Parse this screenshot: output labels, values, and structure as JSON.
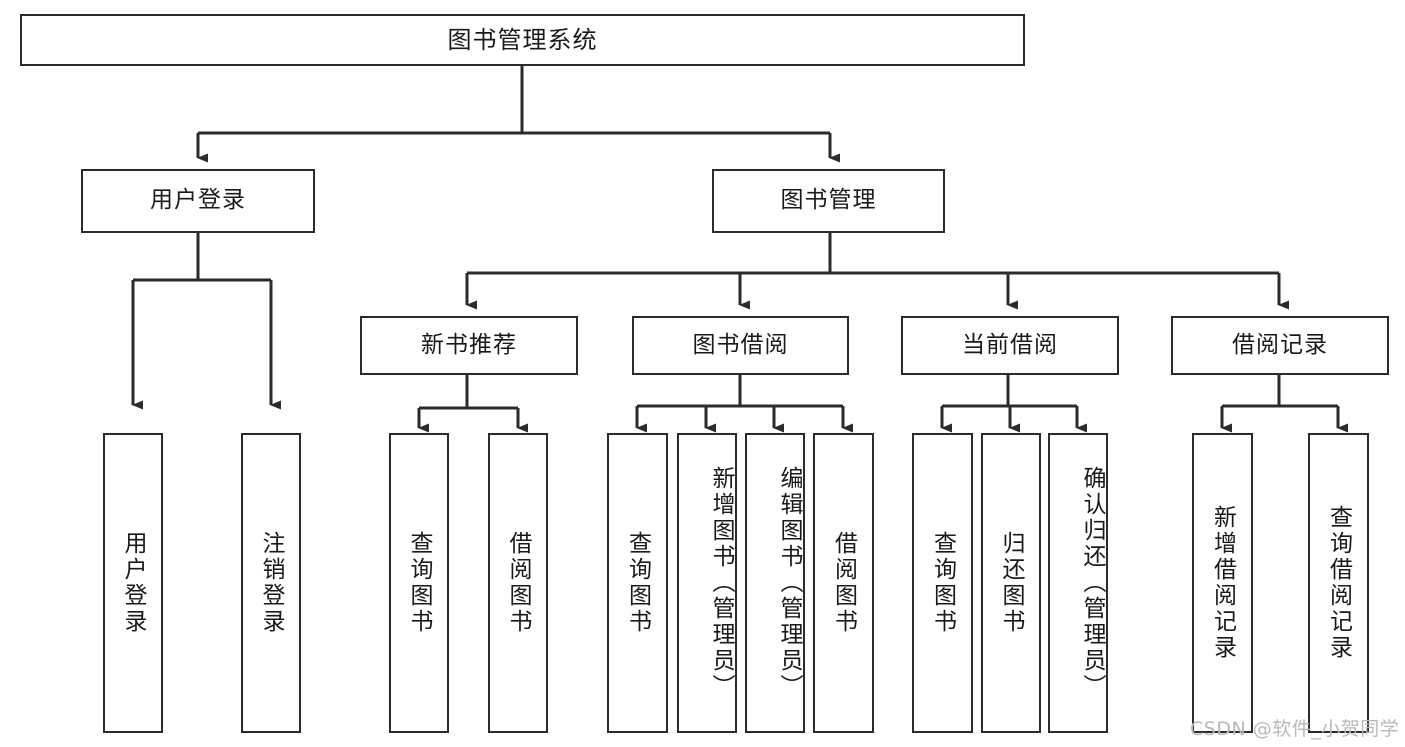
{
  "diagram": {
    "title": "图书管理系统",
    "type": "tree",
    "orientation": "top-down",
    "line_color": "#2b2b2b",
    "box_fill": "#ffffff",
    "text_color": "#1a1a1a"
  },
  "nodes": {
    "root": {
      "label": "图书管理系统",
      "level": 1
    },
    "level2": [
      {
        "id": "user-login",
        "label": "用户登录"
      },
      {
        "id": "book-management",
        "label": "图书管理"
      }
    ],
    "level3": [
      {
        "id": "new-book-recommend",
        "label": "新书推荐"
      },
      {
        "id": "book-borrow",
        "label": "图书借阅"
      },
      {
        "id": "current-borrow",
        "label": "当前借阅"
      },
      {
        "id": "borrow-record",
        "label": "借阅记录"
      }
    ],
    "leaves": {
      "user-login": [
        {
          "id": "leaf-user-login",
          "label": "用户登录"
        },
        {
          "id": "leaf-user-logout",
          "label": "注销登录"
        }
      ],
      "new-book-recommend": [
        {
          "id": "leaf-query-book-1",
          "label": "查询图书"
        },
        {
          "id": "leaf-borrow-book-1",
          "label": "借阅图书"
        }
      ],
      "book-borrow": [
        {
          "id": "leaf-query-book-2",
          "label": "查询图书"
        },
        {
          "id": "leaf-add-book",
          "label": "新增图书（管理员）"
        },
        {
          "id": "leaf-edit-book",
          "label": "编辑图书（管理员）"
        },
        {
          "id": "leaf-borrow-book-2",
          "label": "借阅图书"
        }
      ],
      "current-borrow": [
        {
          "id": "leaf-query-book-3",
          "label": "查询图书"
        },
        {
          "id": "leaf-return-book",
          "label": "归还图书"
        },
        {
          "id": "leaf-confirm-return",
          "label": "确认归还（管理员）"
        }
      ],
      "borrow-record": [
        {
          "id": "leaf-add-record",
          "label": "新增借阅记录"
        },
        {
          "id": "leaf-query-record",
          "label": "查询借阅记录"
        }
      ]
    }
  },
  "watermark": {
    "text": "CSDN @软件_小贺同学"
  }
}
